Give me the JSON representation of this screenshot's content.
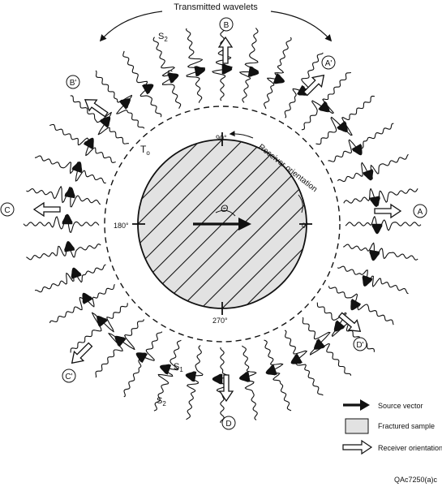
{
  "title": "Transmitted wavelets",
  "receiver_orientation_label": "Receiver orientation",
  "t0_label": "T",
  "t0_sub": "o",
  "angle_symbol": "Θ",
  "shear_labels": {
    "top_s2": "S",
    "top_s2_sub": "2",
    "top_s1": "S",
    "top_s1_sub": "1",
    "bottom_s1": "S",
    "bottom_s1_sub": "1",
    "bottom_s2": "S",
    "bottom_s2_sub": "2"
  },
  "angle_labels": {
    "deg0": "0°",
    "deg90": "90°",
    "deg180": "180°",
    "deg270": "270°"
  },
  "point_labels": {
    "a": "A",
    "a_prime": "A'",
    "b": "B",
    "b_prime": "B'",
    "c": "C",
    "c_prime": "C'",
    "d": "D",
    "d_prime": "D'"
  },
  "legend": {
    "source_vector": "Source vector",
    "fractured_sample": "Fractured sample",
    "receiver_orientation": "Receiver orientation"
  },
  "figure_id": "QAc7250(a)c",
  "colors": {
    "ink": "#111111",
    "sample_fill": "#e2e2e2",
    "background": "#ffffff"
  }
}
